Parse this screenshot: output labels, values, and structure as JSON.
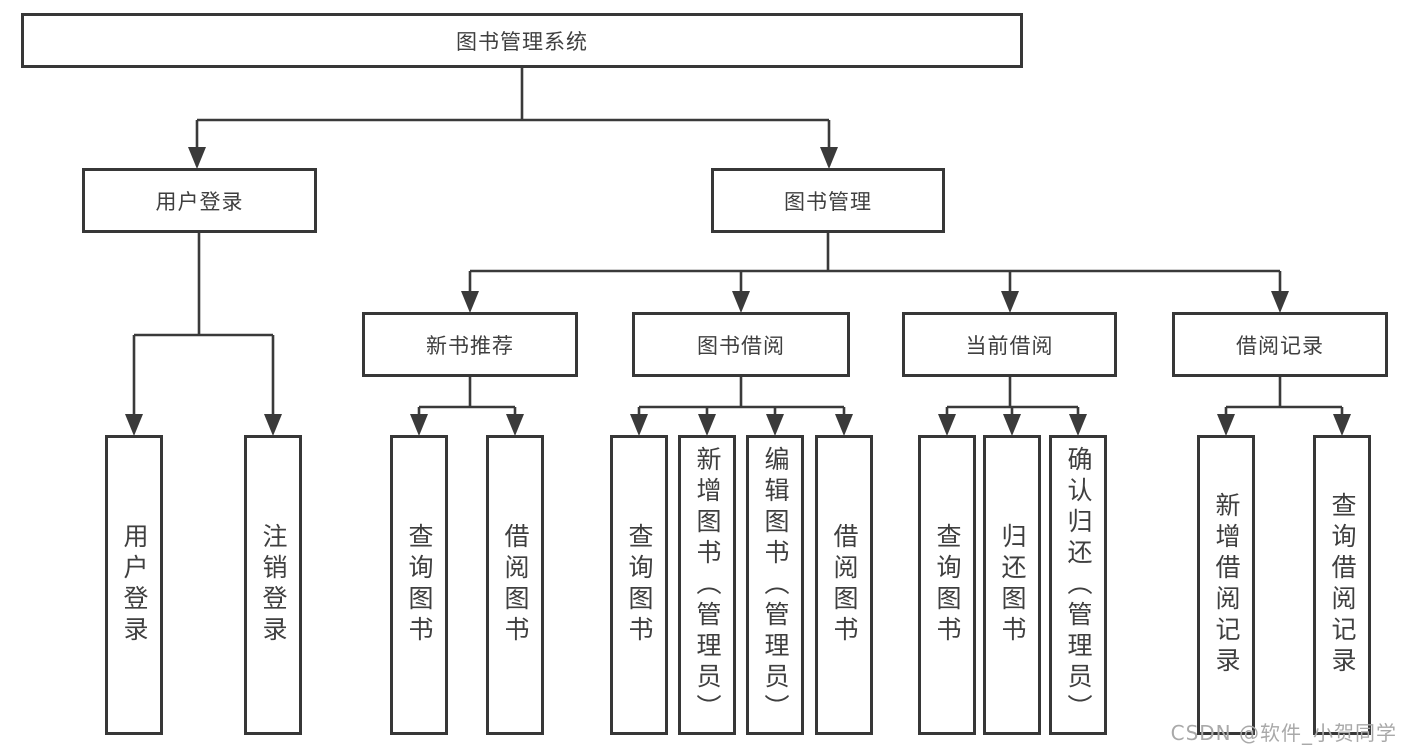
{
  "diagram_title": "图书管理系统",
  "nodes": {
    "root": "图书管理系统",
    "login": "用户登录",
    "mgmt": "图书管理",
    "l3": [
      "新书推荐",
      "图书借阅",
      "当前借阅",
      "借阅记录"
    ]
  },
  "leaves": {
    "login": [
      "用户登录",
      "注销登录"
    ],
    "recommend": [
      "查询图书",
      "借阅图书"
    ],
    "borrow": [
      "查询图书",
      "新增图书（管理员）",
      "编辑图书（管理员）",
      "借阅图书"
    ],
    "current": [
      "查询图书",
      "归还图书",
      "确认归还（管理员）"
    ],
    "records": [
      "新增借阅记录",
      "查询借阅记录"
    ]
  },
  "watermark": {
    "text": "CSDN @软件_小贺同学"
  },
  "colors": {
    "line": "#3a3a3a",
    "border": "#373737",
    "text": "#3f3f3f",
    "watermark": "#a9a9a9",
    "background": "#ffffff"
  }
}
